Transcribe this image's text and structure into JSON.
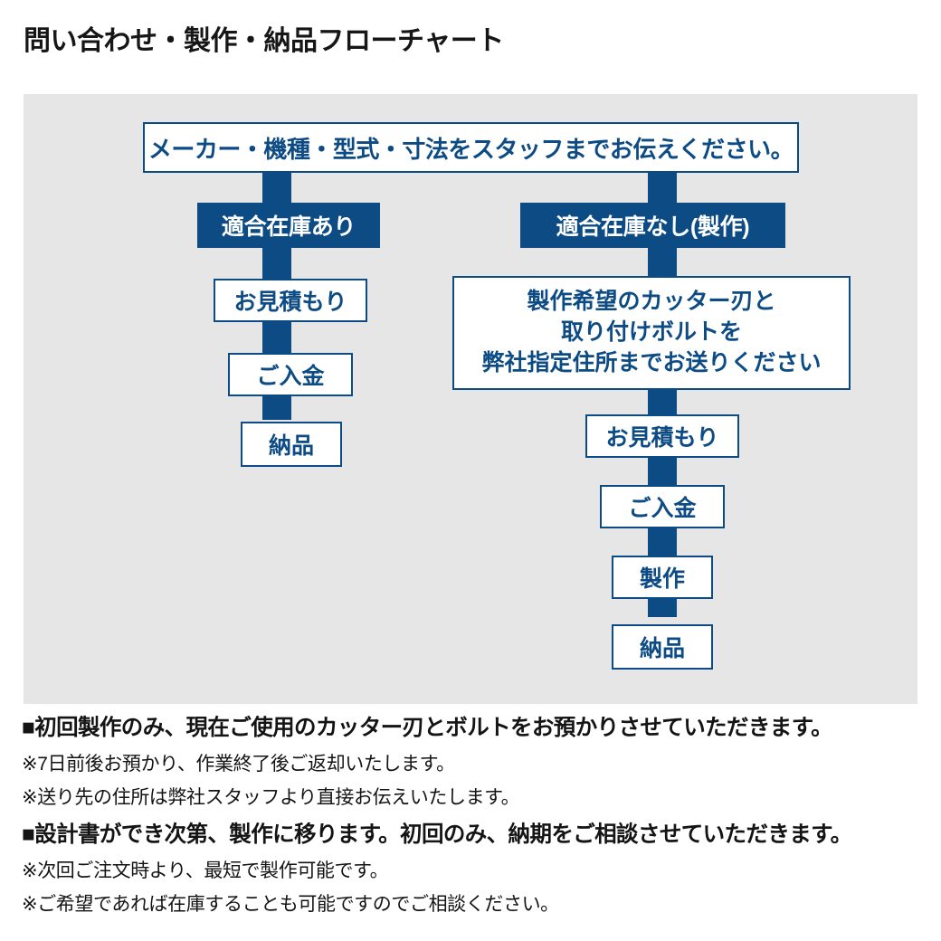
{
  "page_title": "問い合わせ・製作・納品フローチャート",
  "colors": {
    "brand_blue": "#0d4b85",
    "panel_bg": "#e6e6e6",
    "page_bg": "#ffffff",
    "text_dark": "#141414"
  },
  "flowchart": {
    "type": "flow-diagram",
    "start": {
      "id": "inquiry",
      "label": "メーカー・機種・型式・寸法をスタッフまでお伝えください。",
      "style": "white"
    },
    "branches": [
      {
        "id": "branch-in-stock",
        "label": "適合在庫あり",
        "style": "blue",
        "steps": [
          {
            "id": "left-quote",
            "label": "お見積もり",
            "style": "white"
          },
          {
            "id": "left-payment",
            "label": "ご入金",
            "style": "white"
          },
          {
            "id": "left-deliver",
            "label": "納品",
            "style": "white"
          }
        ]
      },
      {
        "id": "branch-no-stock",
        "label": "適合在庫なし(製作)",
        "style": "blue",
        "steps": [
          {
            "id": "right-send",
            "label": "製作希望のカッター刃と\n取り付けボルトを\n弊社指定住所までお送りください",
            "style": "white",
            "lines": [
              "製作希望のカッター刃と",
              "取り付けボルトを",
              "弊社指定住所までお送りください"
            ]
          },
          {
            "id": "right-quote",
            "label": "お見積もり",
            "style": "white"
          },
          {
            "id": "right-payment",
            "label": "ご入金",
            "style": "white"
          },
          {
            "id": "right-produce",
            "label": "製作",
            "style": "white"
          },
          {
            "id": "right-deliver",
            "label": "納品",
            "style": "white"
          }
        ]
      }
    ]
  },
  "notes": [
    {
      "heading": "■初回製作のみ、現在ご使用のカッター刃とボルトをお預かりさせていただきます。",
      "sub": [
        "※7日前後お預かり、作業終了後ご返却いたします。",
        "※送り先の住所は弊社スタッフより直接お伝えいたします。"
      ]
    },
    {
      "heading": "■設計書ができ次第、製作に移ります。初回のみ、納期をご相談させていただきます。",
      "sub": [
        "※次回ご注文時より、最短で製作可能です。",
        "※ご希望であれば在庫することも可能ですのでご相談ください。"
      ]
    }
  ]
}
